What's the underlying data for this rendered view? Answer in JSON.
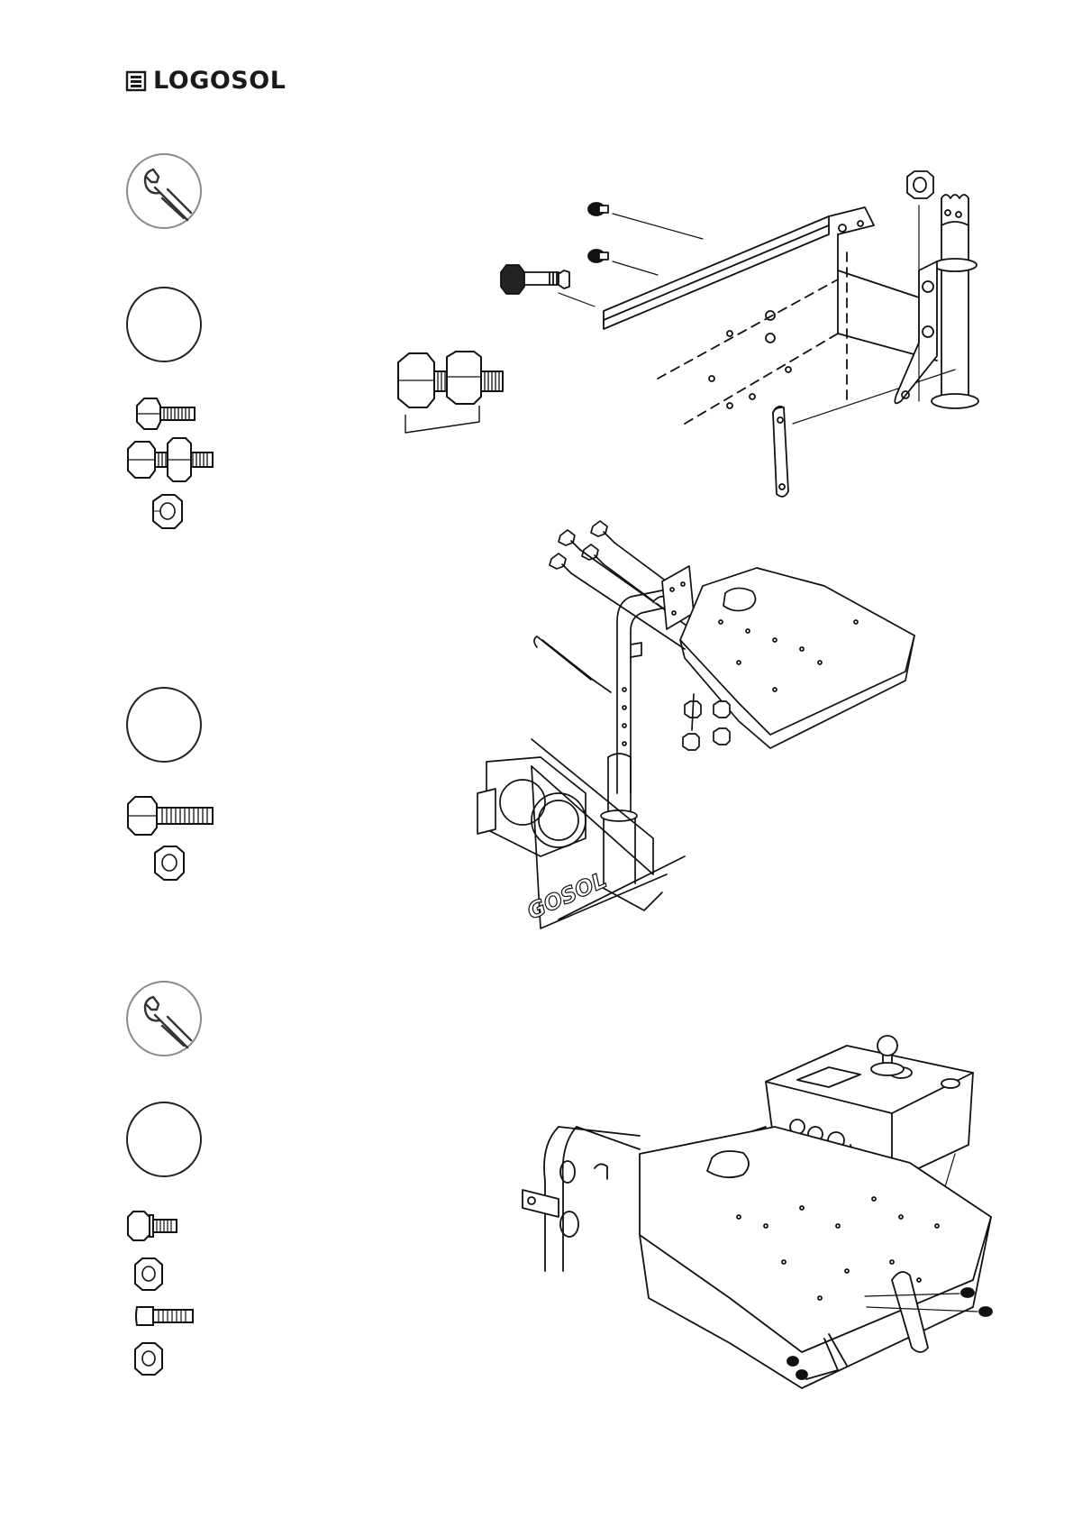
{
  "header": {
    "brand": "LOGOSOL",
    "logo_icon": "logosol-mark-icon"
  },
  "steps": [
    {
      "tool_icon": "wrench-icon",
      "count_badge": "",
      "hardware": [
        "hex-bolt-icon",
        "bolt-with-nut-icon",
        "hex-nut-icon"
      ],
      "diagram": "mast-bracket-to-frame-assembly"
    },
    {
      "tool_icon": null,
      "count_badge": "",
      "hardware": [
        "long-hex-bolt-icon",
        "hex-nut-icon"
      ],
      "diagram": "handlebar-and-control-plate-assembly"
    },
    {
      "tool_icon": "wrench-icon",
      "count_badge": "",
      "hardware": [
        "flange-bolt-icon",
        "hex-nut-icon",
        "socket-cap-screw-icon",
        "hex-nut-icon"
      ],
      "diagram": "control-box-mounting"
    }
  ],
  "diagram_text": {
    "frame_lettering": "GOSOL"
  }
}
